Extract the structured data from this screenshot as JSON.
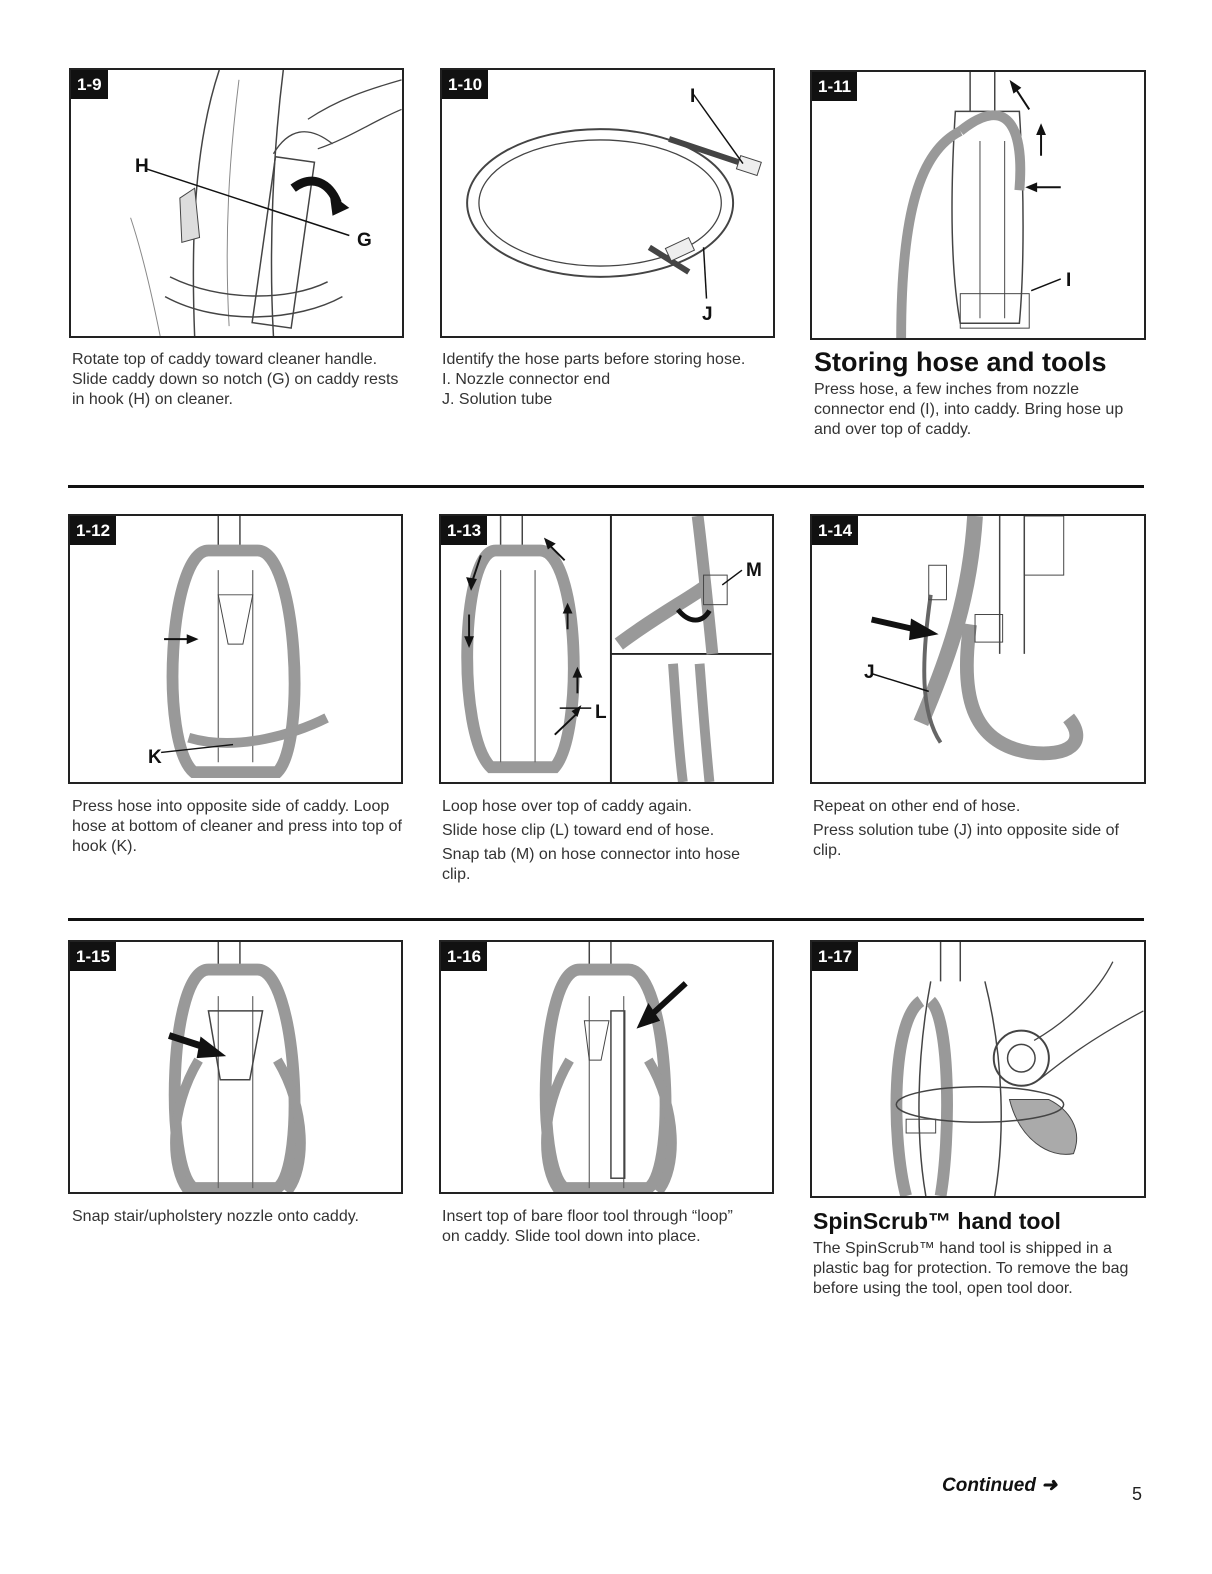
{
  "figures": [
    {
      "label": "1-9",
      "callouts": [
        "H",
        "G"
      ],
      "caption": [
        "Rotate top of caddy toward cleaner handle. Slide caddy down so notch (G) on caddy rests in hook (H) on cleaner."
      ]
    },
    {
      "label": "1-10",
      "callouts": [
        "I",
        "J"
      ],
      "caption": [
        "Identify the hose parts before storing hose.",
        "I. Nozzle connector end",
        "J. Solution tube"
      ]
    },
    {
      "label": "1-11",
      "callouts": [
        "I"
      ],
      "heading": "Storing hose and tools",
      "caption": [
        "Press hose, a few inches from nozzle connector end (I), into caddy. Bring hose up and over top of caddy."
      ]
    },
    {
      "label": "1-12",
      "callouts": [
        "K"
      ],
      "caption": [
        "Press hose into opposite side of caddy. Loop hose at bottom of cleaner and press into top of hook (K)."
      ]
    },
    {
      "label": "1-13",
      "callouts": [
        "M",
        "L"
      ],
      "caption": [
        "Loop hose over top of caddy again.",
        "Slide hose clip (L) toward end of hose.",
        "Snap tab (M) on hose connector into hose clip."
      ]
    },
    {
      "label": "1-14",
      "callouts": [
        "J"
      ],
      "caption": [
        "Repeat on other end of hose.",
        "Press solution tube (J) into opposite side of clip."
      ]
    },
    {
      "label": "1-15",
      "callouts": [],
      "caption": [
        "Snap stair/upholstery nozzle onto caddy."
      ]
    },
    {
      "label": "1-16",
      "callouts": [],
      "caption": [
        "Insert top of bare floor tool through “loop” on caddy. Slide tool down into place."
      ]
    },
    {
      "label": "1-17",
      "callouts": [],
      "heading": "SpinScrub™ hand tool",
      "caption": [
        "The SpinScrub™ hand tool is shipped in a plastic bag for protection. To remove the bag before using the tool, open tool door."
      ]
    }
  ],
  "footer": {
    "continued": "Continued ➜",
    "page_number": "5"
  }
}
